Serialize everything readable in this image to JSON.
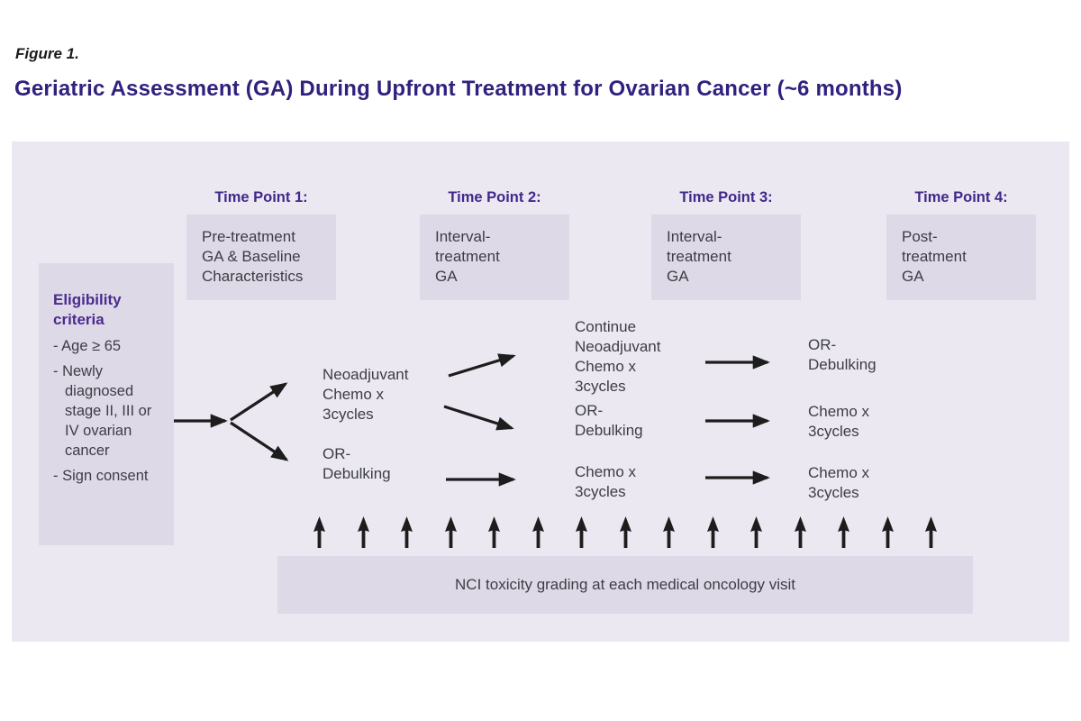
{
  "figure": {
    "label": "Figure 1.",
    "title": "Geriatric Assessment (GA) During Upfront Treatment for Ovarian Cancer (~6 months)"
  },
  "timepoints": [
    {
      "label": "Time Point 1:",
      "box_text": "Pre-treatment\nGA & Baseline\nCharacteristics"
    },
    {
      "label": "Time Point 2:",
      "box_text": "Interval-\ntreatment\nGA"
    },
    {
      "label": "Time Point 3:",
      "box_text": "Interval-\ntreatment\nGA"
    },
    {
      "label": "Time Point 4:",
      "box_text": "Post-\ntreatment\nGA"
    }
  ],
  "eligibility": {
    "heading": "Eligibility\ncriteria",
    "items": [
      "Age ≥ 65",
      "Newly diagnosed stage II, III or IV ovarian cancer",
      "Sign consent"
    ]
  },
  "flow": {
    "stage1": [
      "Neoadjuvant\nChemo x\n3cycles",
      "OR-\nDebulking"
    ],
    "stage2": [
      "Continue\nNeoadjuvant\nChemo x\n3cycles",
      "OR-\nDebulking",
      "Chemo x\n3cycles"
    ],
    "stage3": [
      "OR-\nDebulking",
      "Chemo x\n3cycles",
      "Chemo x\n3cycles"
    ]
  },
  "toxicity": {
    "label": "NCI toxicity grading at each medical oncology visit",
    "arrow_count": 15
  },
  "colors": {
    "title_purple": "#31217e",
    "header_purple": "#41288a",
    "panel_bg": "#ebe8f2",
    "box_bg": "#ded9e7",
    "body_text": "#3d3d44",
    "arrow_black": "#1d1d1d"
  }
}
